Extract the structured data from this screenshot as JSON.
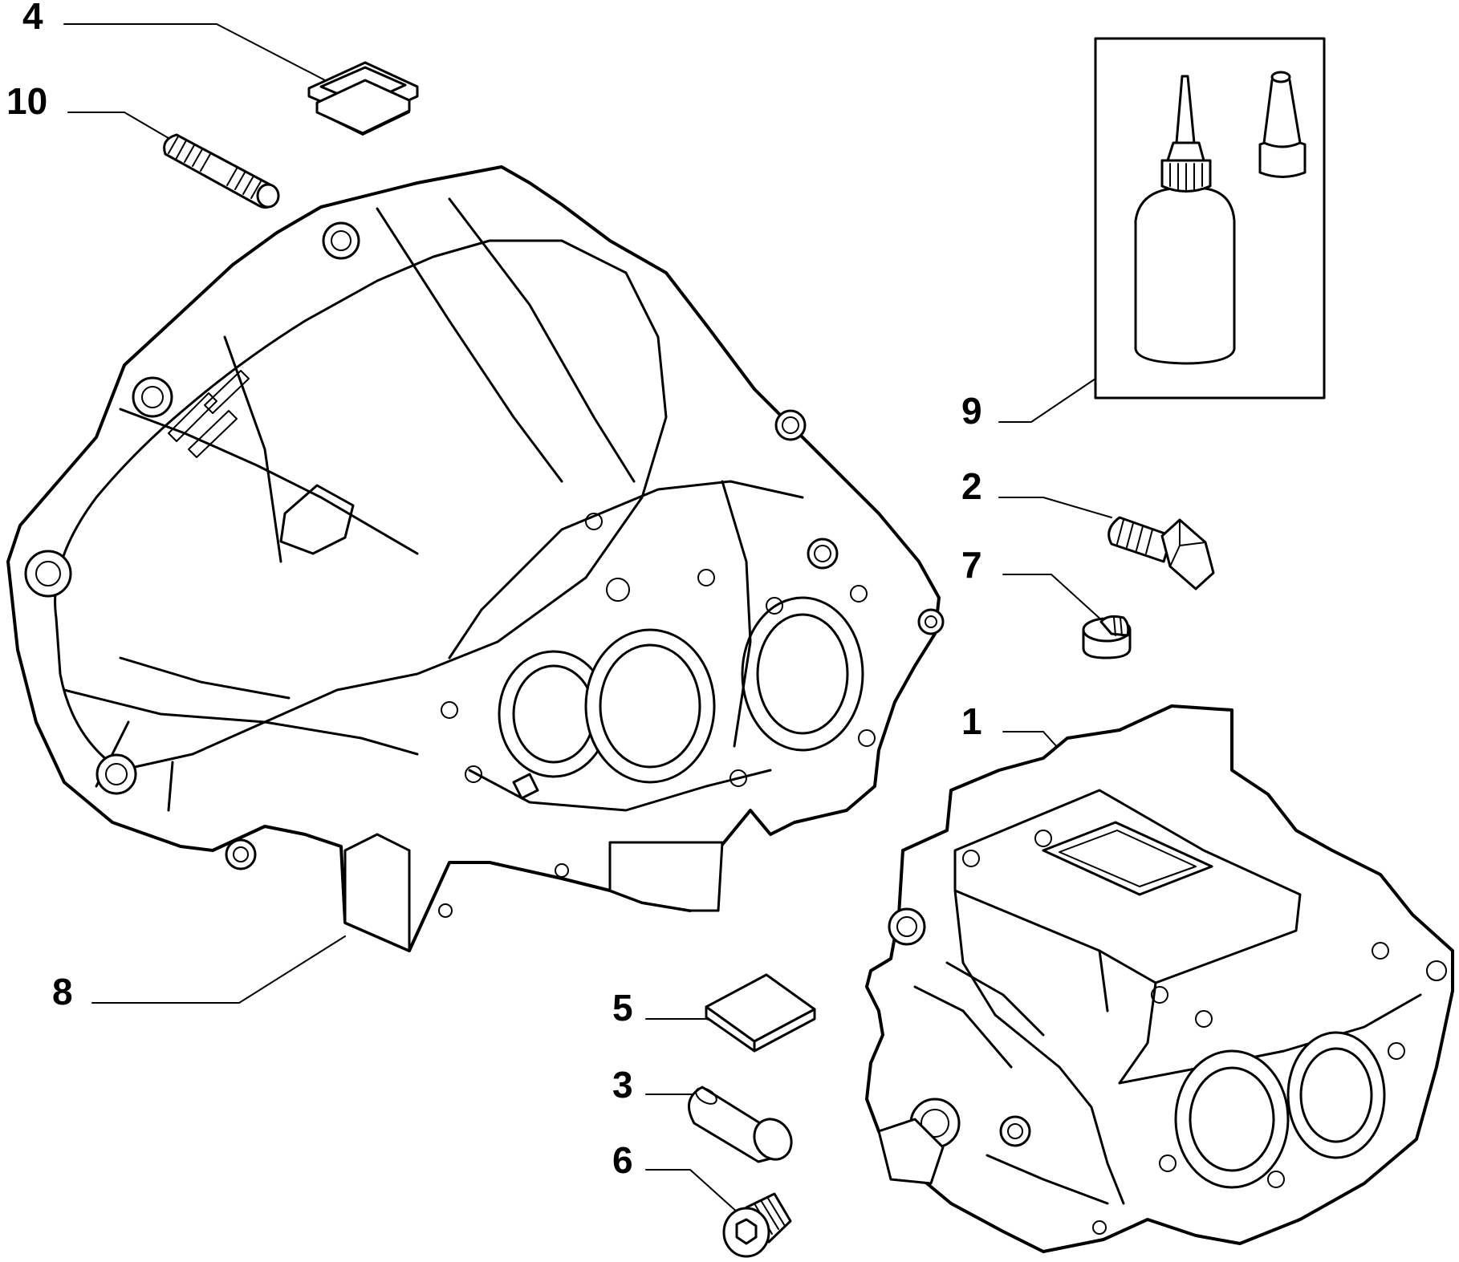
{
  "callouts": {
    "c1": "1",
    "c2": "2",
    "c3": "3",
    "c4": "4",
    "c5": "5",
    "c6": "6",
    "c7": "7",
    "c8": "8",
    "c9": "9",
    "c10": "10"
  },
  "parts": {
    "c1": "transmission-case",
    "c2": "hex-bolt",
    "c3": "dowel-pin",
    "c4": "rubber-plug",
    "c5": "seal-pad",
    "c6": "threaded-plug",
    "c7": "short-plug",
    "c8": "clutch-housing",
    "c9": "sealant-bottle-kit",
    "c10": "stud"
  }
}
